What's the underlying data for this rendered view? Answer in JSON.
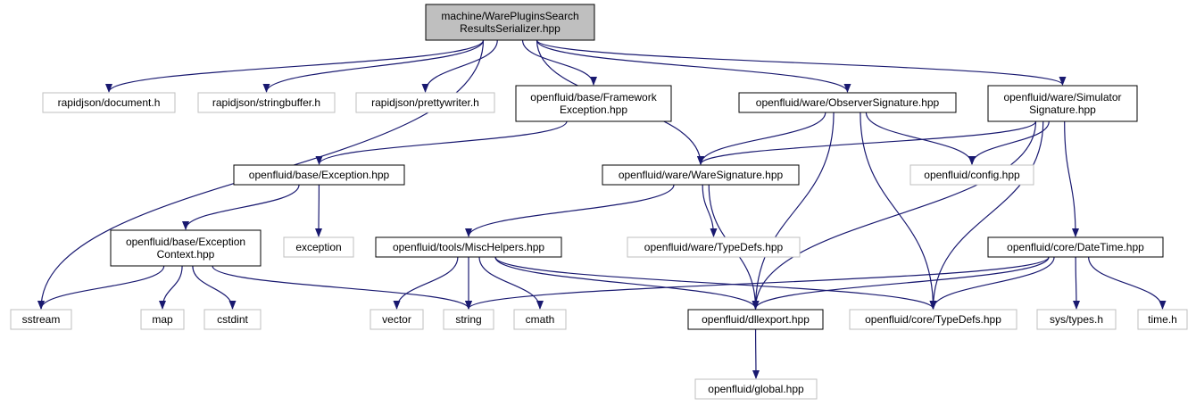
{
  "colors": {
    "edge": "#191970",
    "root_fill": "#bfbfbf",
    "root_border": "#000000",
    "documented_border": "#000000",
    "external_border": "#bfbfbf",
    "background": "#ffffff"
  },
  "nodes": [
    {
      "id": "root",
      "kind": "root",
      "lines": [
        "machine/WarePluginsSearch",
        "ResultsSerializer.hpp"
      ]
    },
    {
      "id": "sstream",
      "kind": "external",
      "lines": [
        "sstream"
      ]
    },
    {
      "id": "rj_document",
      "kind": "external",
      "lines": [
        "rapidjson/document.h"
      ]
    },
    {
      "id": "rj_stringbuffer",
      "kind": "external",
      "lines": [
        "rapidjson/stringbuffer.h"
      ]
    },
    {
      "id": "rj_prettywriter",
      "kind": "external",
      "lines": [
        "rapidjson/prettywriter.h"
      ]
    },
    {
      "id": "fw_exception",
      "kind": "documented",
      "lines": [
        "openfluid/base/Framework",
        "Exception.hpp"
      ]
    },
    {
      "id": "observer_sig",
      "kind": "documented",
      "lines": [
        "openfluid/ware/ObserverSignature.hpp"
      ]
    },
    {
      "id": "simulator_sig",
      "kind": "documented",
      "lines": [
        "openfluid/ware/Simulator",
        "Signature.hpp"
      ]
    },
    {
      "id": "base_exception",
      "kind": "documented",
      "lines": [
        "openfluid/base/Exception.hpp"
      ]
    },
    {
      "id": "ware_sig",
      "kind": "documented",
      "lines": [
        "openfluid/ware/WareSignature.hpp"
      ]
    },
    {
      "id": "config",
      "kind": "external",
      "lines": [
        "openfluid/config.hpp"
      ]
    },
    {
      "id": "exc_context",
      "kind": "documented",
      "lines": [
        "openfluid/base/Exception",
        "Context.hpp"
      ]
    },
    {
      "id": "exception",
      "kind": "external",
      "lines": [
        "exception"
      ]
    },
    {
      "id": "misc_helpers",
      "kind": "documented",
      "lines": [
        "openfluid/tools/MiscHelpers.hpp"
      ]
    },
    {
      "id": "ware_typedefs",
      "kind": "external",
      "lines": [
        "openfluid/ware/TypeDefs.hpp"
      ]
    },
    {
      "id": "datetime",
      "kind": "documented",
      "lines": [
        "openfluid/core/DateTime.hpp"
      ]
    },
    {
      "id": "map",
      "kind": "external",
      "lines": [
        "map"
      ]
    },
    {
      "id": "cstdint",
      "kind": "external",
      "lines": [
        "cstdint"
      ]
    },
    {
      "id": "vector",
      "kind": "external",
      "lines": [
        "vector"
      ]
    },
    {
      "id": "string",
      "kind": "external",
      "lines": [
        "string"
      ]
    },
    {
      "id": "cmath",
      "kind": "external",
      "lines": [
        "cmath"
      ]
    },
    {
      "id": "dllexport",
      "kind": "documented",
      "lines": [
        "openfluid/dllexport.hpp"
      ]
    },
    {
      "id": "core_typedefs",
      "kind": "external",
      "lines": [
        "openfluid/core/TypeDefs.hpp"
      ]
    },
    {
      "id": "systypes",
      "kind": "external",
      "lines": [
        "sys/types.h"
      ]
    },
    {
      "id": "timeh",
      "kind": "external",
      "lines": [
        "time.h"
      ]
    },
    {
      "id": "global",
      "kind": "external",
      "lines": [
        "openfluid/global.hpp"
      ]
    }
  ],
  "edges": [
    {
      "from": "root",
      "to": "sstream"
    },
    {
      "from": "root",
      "to": "rj_document"
    },
    {
      "from": "root",
      "to": "rj_stringbuffer"
    },
    {
      "from": "root",
      "to": "rj_prettywriter"
    },
    {
      "from": "root",
      "to": "fw_exception"
    },
    {
      "from": "root",
      "to": "ware_sig"
    },
    {
      "from": "root",
      "to": "observer_sig"
    },
    {
      "from": "root",
      "to": "simulator_sig"
    },
    {
      "from": "fw_exception",
      "to": "base_exception"
    },
    {
      "from": "base_exception",
      "to": "exc_context"
    },
    {
      "from": "base_exception",
      "to": "exception"
    },
    {
      "from": "exc_context",
      "to": "sstream"
    },
    {
      "from": "exc_context",
      "to": "map"
    },
    {
      "from": "exc_context",
      "to": "cstdint"
    },
    {
      "from": "exc_context",
      "to": "string"
    },
    {
      "from": "observer_sig",
      "to": "ware_sig"
    },
    {
      "from": "observer_sig",
      "to": "config"
    },
    {
      "from": "observer_sig",
      "to": "dllexport"
    },
    {
      "from": "observer_sig",
      "to": "core_typedefs"
    },
    {
      "from": "simulator_sig",
      "to": "ware_sig"
    },
    {
      "from": "simulator_sig",
      "to": "config"
    },
    {
      "from": "simulator_sig",
      "to": "dllexport"
    },
    {
      "from": "simulator_sig",
      "to": "datetime"
    },
    {
      "from": "simulator_sig",
      "to": "core_typedefs"
    },
    {
      "from": "ware_sig",
      "to": "misc_helpers"
    },
    {
      "from": "ware_sig",
      "to": "ware_typedefs"
    },
    {
      "from": "ware_sig",
      "to": "dllexport"
    },
    {
      "from": "misc_helpers",
      "to": "vector"
    },
    {
      "from": "misc_helpers",
      "to": "string"
    },
    {
      "from": "misc_helpers",
      "to": "cmath"
    },
    {
      "from": "misc_helpers",
      "to": "dllexport"
    },
    {
      "from": "misc_helpers",
      "to": "core_typedefs"
    },
    {
      "from": "datetime",
      "to": "string"
    },
    {
      "from": "datetime",
      "to": "dllexport"
    },
    {
      "from": "datetime",
      "to": "core_typedefs"
    },
    {
      "from": "datetime",
      "to": "systypes"
    },
    {
      "from": "datetime",
      "to": "timeh"
    },
    {
      "from": "dllexport",
      "to": "global"
    }
  ]
}
